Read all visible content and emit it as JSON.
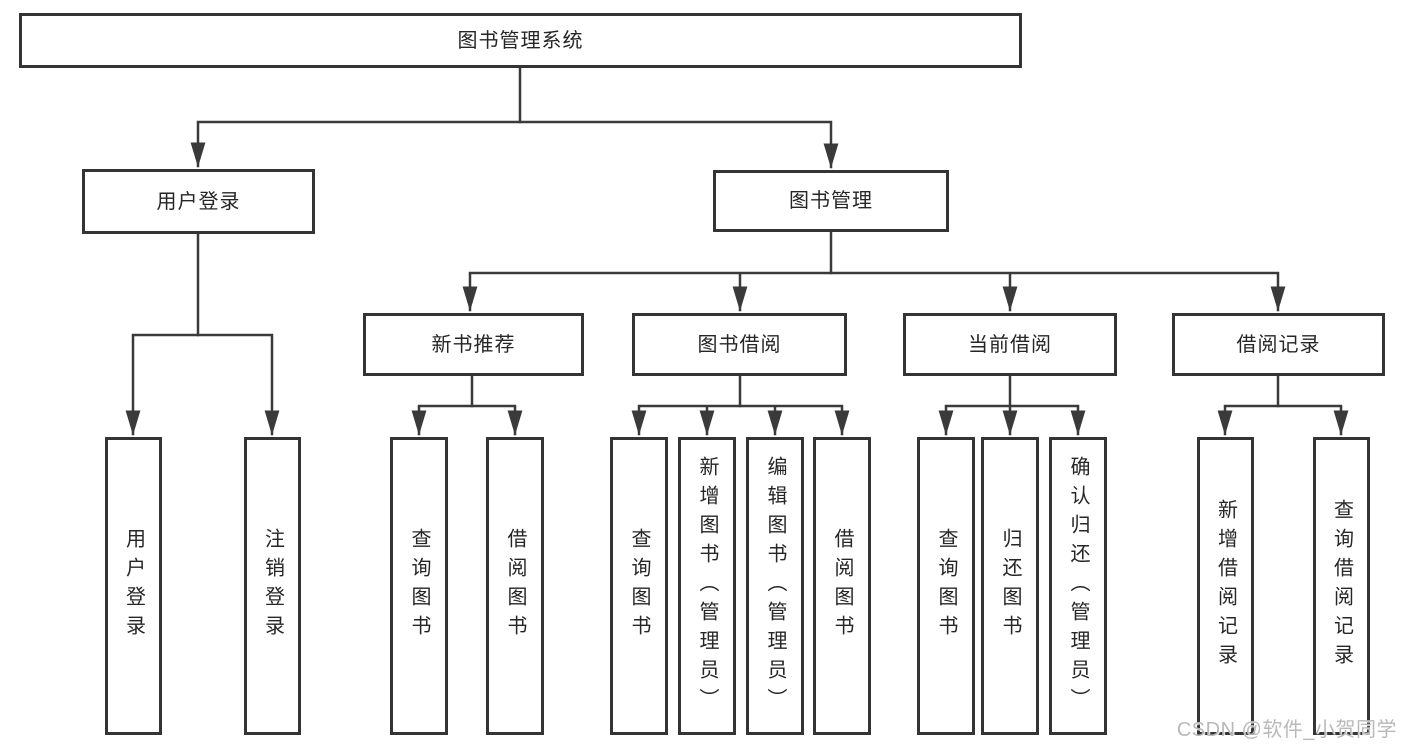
{
  "nodes": {
    "root": {
      "label": "图书管理系统"
    },
    "level2": [
      {
        "label": "用户登录"
      },
      {
        "label": "图书管理"
      }
    ],
    "level3": [
      {
        "label": "新书推荐",
        "parent": "图书管理"
      },
      {
        "label": "图书借阅",
        "parent": "图书管理"
      },
      {
        "label": "当前借阅",
        "parent": "图书管理"
      },
      {
        "label": "借阅记录",
        "parent": "图书管理"
      }
    ],
    "leaves": [
      {
        "label": "用户登录",
        "parent": "用户登录"
      },
      {
        "label": "注销登录",
        "parent": "用户登录"
      },
      {
        "label": "查询图书",
        "parent": "新书推荐"
      },
      {
        "label": "借阅图书",
        "parent": "新书推荐"
      },
      {
        "label": "查询图书",
        "parent": "图书借阅"
      },
      {
        "label": "新增图书（管理员）",
        "parent": "图书借阅"
      },
      {
        "label": "编辑图书（管理员）",
        "parent": "图书借阅"
      },
      {
        "label": "借阅图书",
        "parent": "图书借阅"
      },
      {
        "label": "查询图书",
        "parent": "当前借阅"
      },
      {
        "label": "归还图书",
        "parent": "当前借阅"
      },
      {
        "label": "确认归还（管理员）",
        "parent": "当前借阅"
      },
      {
        "label": "新增借阅记录",
        "parent": "借阅记录"
      },
      {
        "label": "查询借阅记录",
        "parent": "借阅记录"
      }
    ]
  },
  "watermark": "CSDN @软件_小贺同学",
  "colors": {
    "line": "#3a3a3a",
    "border": "#343434",
    "fill": "#ffffff",
    "text": "#262626",
    "watermark": "#b9b9b9"
  }
}
